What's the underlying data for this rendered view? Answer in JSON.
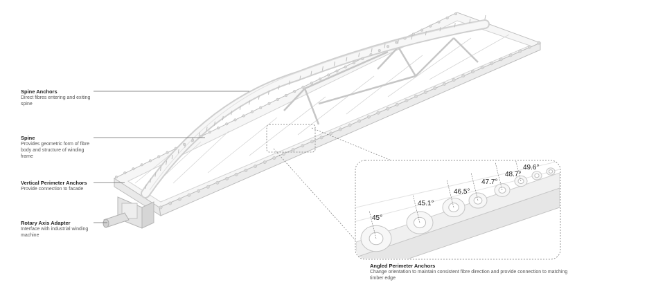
{
  "labels": [
    {
      "title": "Spine Anchors",
      "desc": "Direct fibres entering and exiting spine"
    },
    {
      "title": "Spine",
      "desc": "Provides geometric form of fibre body and structure of winding frame"
    },
    {
      "title": "Vertical Perimeter Anchors",
      "desc": "Provide connection to facade"
    },
    {
      "title": "Rotary Axis Adapter",
      "desc": "Interface with industrial winding machine"
    }
  ],
  "detail": {
    "title": "Angled Perimeter Anchors",
    "desc": "Change orientation to maintain consistent fibre direction and provide connection to matching timber edge",
    "angles": [
      "45°",
      "45.1°",
      "46.5°",
      "47.7°",
      "48.7°",
      "49.6°"
    ]
  }
}
